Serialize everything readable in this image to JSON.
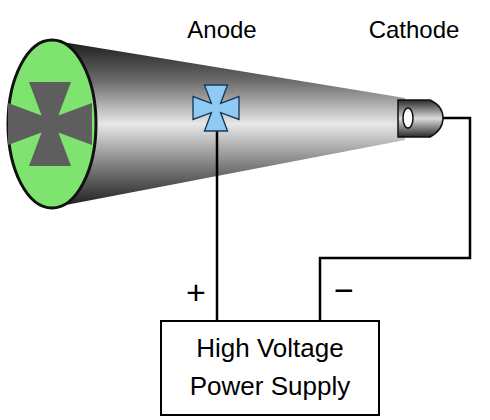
{
  "diagram": {
    "nodes": [
      {
        "text": [
          "High Voltage Power Supply"
        ]
      }
    ],
    "labels": [
      "Anode",
      "Cathode",
      "+",
      "−"
    ]
  }
}
